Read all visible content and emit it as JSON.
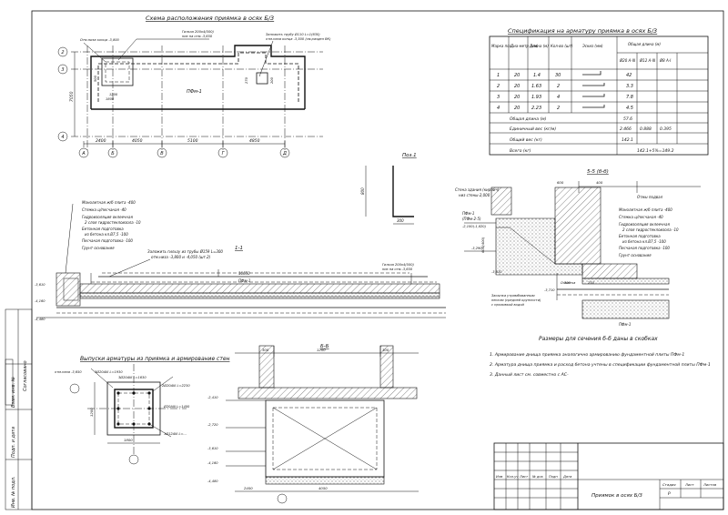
{
  "titles": {
    "plan": "Схема расположения приямка в осях Б/3",
    "spec": "Спецификация на арматуру приямка в осях Б/3",
    "pos1": "Поз.1",
    "section_aa": "1-1",
    "section_bb": "Б-Б",
    "section_55": "5-5 (б-б)",
    "section_66_note": "Размеры для сечения б-б даны в скобках",
    "outlets": "Выпуски арматуры из приямка и армирование стен"
  },
  "plan": {
    "axes_v": [
      "А",
      "Б",
      "В",
      "Г",
      "Д"
    ],
    "axes_h": [
      "2",
      "3",
      "4"
    ],
    "dims_bottom": [
      "2400",
      "4050",
      "5100",
      "4850"
    ],
    "dim_left": "7050",
    "label_plate": "ПФм-1",
    "note_left": "Отм.низа конца -3,800",
    "note_top1": "Гильза 200х4(500)",
    "note_top2": "низ на отм.-3,650",
    "note_right1": "Заложить трубу Ø110 L=1(630)",
    "note_right2": "отм.низа конца -3,500 (см.раздел ВК)",
    "dims_small": [
      "1200",
      "1800",
      "500",
      "270",
      "200"
    ]
  },
  "spec": {
    "headers": [
      "Марка поз.",
      "Диа-метр (мм)",
      "Длина (м)",
      "Кол-во (шт)",
      "Эскиз (мм)",
      "Общая длина (м)"
    ],
    "subheaders": [
      "Ø20 A-III",
      "Ø12 A-III",
      "Ø8 A-I"
    ],
    "rows": [
      [
        "1",
        "20",
        "1.4",
        "30",
        "",
        "42"
      ],
      [
        "2",
        "20",
        "1.63",
        "2",
        "",
        "3.3"
      ],
      [
        "3",
        "20",
        "1.93",
        "4",
        "",
        "7.8"
      ],
      [
        "4",
        "20",
        "2.23",
        "2",
        "",
        "4.5"
      ]
    ],
    "summary": [
      {
        "label": "Общая длина (м)",
        "v1": "57.6",
        "v2": "",
        "v3": ""
      },
      {
        "label": "Единичный вес (кг/м)",
        "v1": "2.466",
        "v2": "0.888",
        "v3": "0.395"
      },
      {
        "label": "Общий вес (кг)",
        "v1": "142.1",
        "v2": "",
        "v3": ""
      },
      {
        "label": "Всего (кг)",
        "v1": "142.1+5%=149.2",
        "v2": "",
        "v3": ""
      }
    ]
  },
  "pos1": {
    "dims": [
      "800",
      "300"
    ]
  },
  "section": {
    "layers": [
      "Монолитная ж/б плита -400",
      "Стяжка ц/песчаная -40",
      "Гидроизоляция оклеечная",
      "2 слоя гидростеклоизола -10",
      "Бетонная подготовка",
      "из бетона кл.В7,5 -100",
      "Песчаная подготовка -100",
      "Грунт основания"
    ],
    "note_bend1": "Заложить гильзу из трубы Ø159 L=300",
    "note_bend2": "отм.низа -3,800 и -4,050 (шт.2)",
    "note_sleeve1": "Гильза 200х4(500)",
    "note_sleeve2": "низ на отм.-3,650",
    "levels": [
      "-3,610",
      "-4,160",
      "-4,480"
    ],
    "dim_len": "10650",
    "plate": "ПФм-1"
  },
  "section55": {
    "labels": [
      "Стена здания (кирпич)",
      "низ стены-2,000",
      "Отмы подвал",
      "ПФм-1",
      "(ПФм-2-5)",
      "Засыпка утрамбованным",
      "песком (средней крупности)",
      "с проливкой водой",
      "Отметка",
      "ПФм-1"
    ],
    "layers": [
      "Монолитная ж/б плита -400",
      "Стяжка ц/песчаная -40",
      "Гидроизоляция оклеечная",
      "2 слоя гидростеклоизола -10",
      "Бетонная подготовка",
      "из бетона кл.В7,5 -100",
      "Песчаная подготовка -100",
      "Грунт основания"
    ],
    "dims": [
      "400",
      "600(400)",
      "600",
      "200",
      "250"
    ],
    "levels": [
      "-2,100(-1,820)",
      "-3,290",
      "-3,610",
      "-3,710"
    ]
  },
  "notes": [
    "1. Армирование днища приямка аналогично армированию фундаментной плиты ПФм-1",
    "2. Арматура днища приямка и расход бетона учтены в спецификации фундаментной плиты ПФм-1",
    "3. Данный лист см. совместно с АС-"
  ],
  "outlets": {
    "labels": [
      "3Ø20АIII L=1930",
      "3Ø20АIII L=1630",
      "2Ø20АIII L=2230",
      "Ø20АIII L=1400",
      "отм.низа -3,650",
      "1Ø12АIII L=..."
    ],
    "dims": [
      "1800",
      "1200"
    ]
  },
  "section_bb": {
    "dims_top": [
      "300",
      "1200",
      "300"
    ],
    "dims_bottom": [
      "2400",
      "4050"
    ],
    "levels": [
      "-2,410",
      "-2,720",
      "-3,610",
      "-4,160",
      "-4,480"
    ]
  },
  "stamp": {
    "cols": [
      "Изм",
      "Кол.уч",
      "Лист",
      "№ док",
      "Подп",
      "Дата"
    ],
    "stage": "Стадия",
    "sheet": "Лист",
    "sheets": "Листов",
    "stage_val": "Р",
    "title": "Приямок в осях Б/3"
  },
  "side": {
    "labels": [
      "Согласовано",
      "Взам. инв. №",
      "Подп. и дата",
      "Инв. № подл."
    ]
  }
}
